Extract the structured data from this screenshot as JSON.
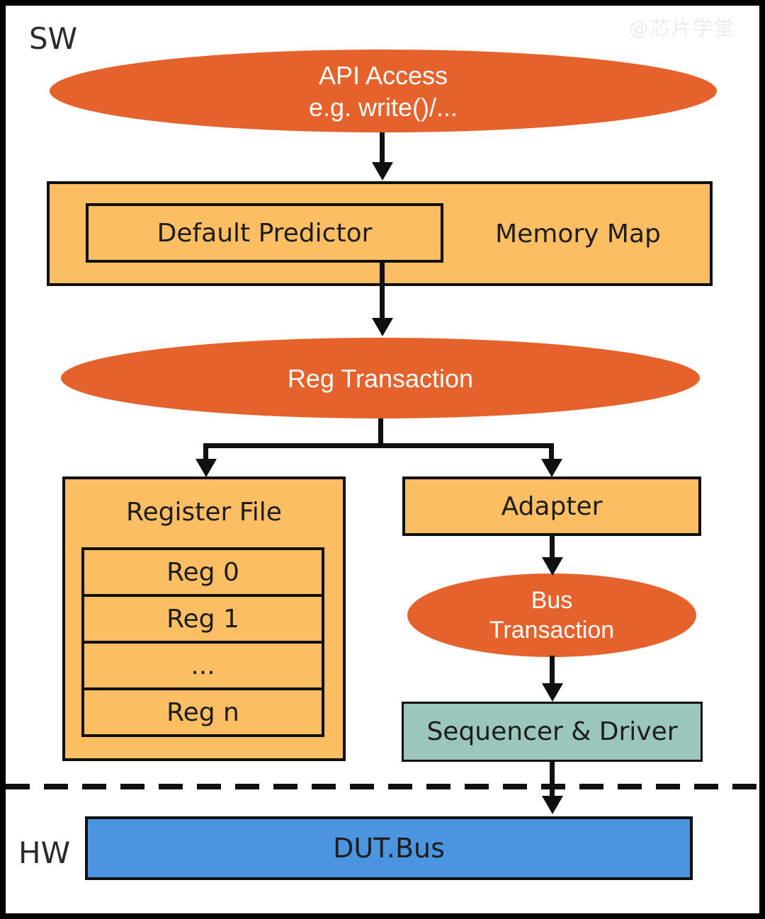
{
  "labels": {
    "sw": "SW",
    "hw": "HW",
    "watermark": "@芯片学堂"
  },
  "nodes": {
    "api_access": {
      "line1": "API Access",
      "line2": "e.g. write()/..."
    },
    "memory_map": {
      "label": "Memory Map"
    },
    "default_predictor": {
      "label": "Default Predictor"
    },
    "reg_transaction": {
      "label": "Reg Transaction"
    },
    "register_file": {
      "title": "Register File",
      "rows": [
        "Reg 0",
        "Reg 1",
        "...",
        "Reg n"
      ]
    },
    "adapter": {
      "label": "Adapter"
    },
    "bus_transaction": {
      "line1": "Bus",
      "line2": "Transaction"
    },
    "sequencer_driver": {
      "label": "Sequencer & Driver"
    },
    "dut_bus": {
      "label": "DUT.Bus"
    }
  },
  "colors": {
    "orange": "#E5622D",
    "yellow": "#FBBE62",
    "teal": "#9AC6BD",
    "blue": "#4B95E0",
    "ink": "#101010",
    "box_text": "#1D1D1D",
    "watermark": "#EBEBEB",
    "background": "#FFFFFF"
  }
}
